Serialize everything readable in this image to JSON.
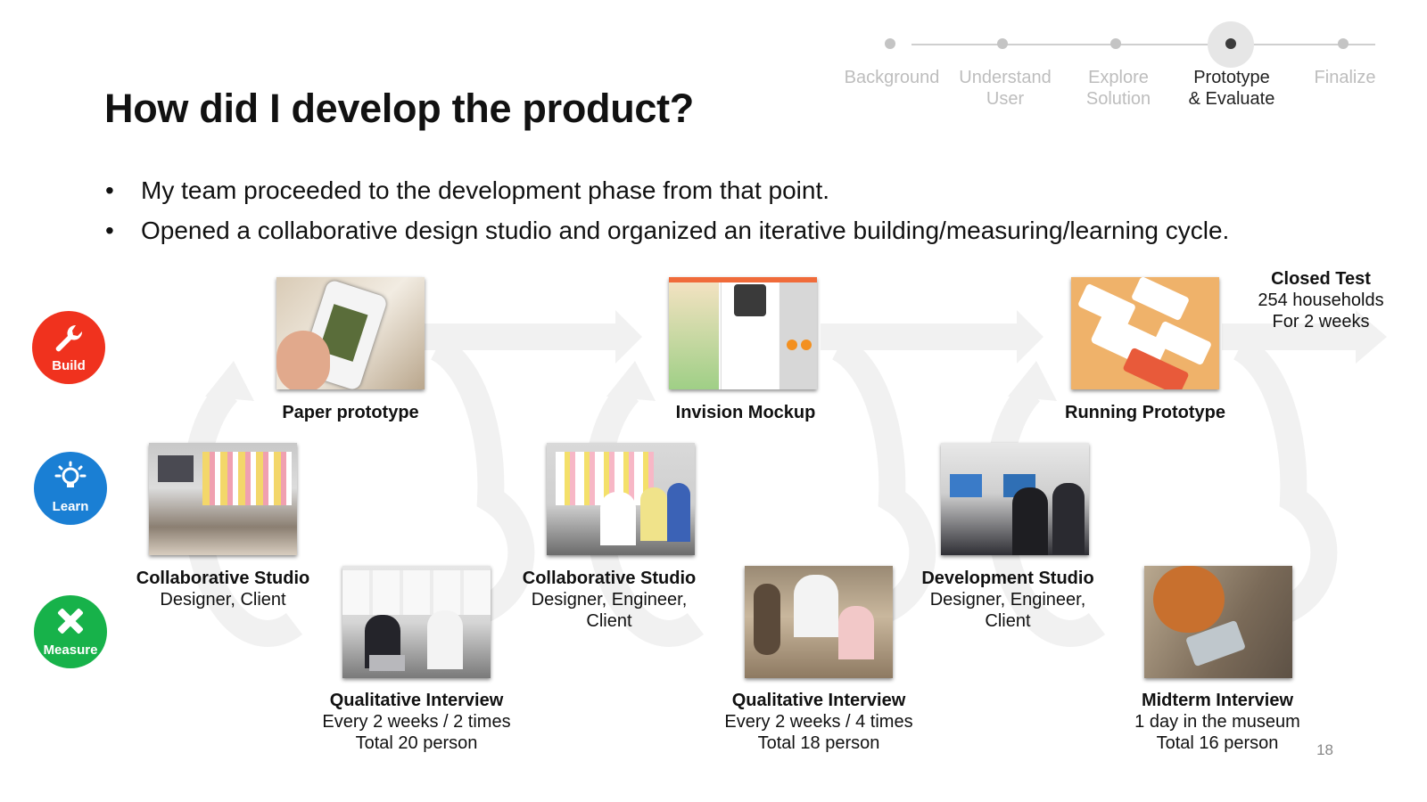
{
  "progress": {
    "steps": [
      {
        "label": "Background",
        "active": false
      },
      {
        "label": "Understand\nUser",
        "active": false
      },
      {
        "label": "Explore\nSolution",
        "active": false
      },
      {
        "label": "Prototype\n& Evaluate",
        "active": true
      },
      {
        "label": "Finalize",
        "active": false
      }
    ]
  },
  "title": "How did I develop the product?",
  "bullets": [
    "My team proceeded to the development phase from that point.",
    "Opened a collaborative design studio and organized an iterative building/measuring/learning cycle."
  ],
  "stages": {
    "build": {
      "label": "Build",
      "color": "#f0321e"
    },
    "learn": {
      "label": "Learn",
      "color": "#1a7fd4"
    },
    "measure": {
      "label": "Measure",
      "color": "#17b24a"
    }
  },
  "build_items": [
    {
      "title": "Paper prototype"
    },
    {
      "title": "Invision Mockup"
    },
    {
      "title": "Running Prototype"
    }
  ],
  "closed_test": {
    "title": "Closed Test",
    "line1": "254 households",
    "line2": "For 2 weeks"
  },
  "learn_items": [
    {
      "title": "Collaborative Studio",
      "sub": "Designer, Client"
    },
    {
      "title": "Collaborative Studio",
      "sub": "Designer, Engineer,\nClient"
    },
    {
      "title": "Development Studio",
      "sub": "Designer, Engineer,\nClient"
    }
  ],
  "measure_items": [
    {
      "title": "Qualitative Interview",
      "sub": "Every 2 weeks / 2 times\nTotal 20 person"
    },
    {
      "title": "Qualitative Interview",
      "sub": "Every 2 weeks / 4 times\nTotal 18 person"
    },
    {
      "title": "Midterm Interview",
      "sub": "1 day in the museum\nTotal 16 person"
    }
  ],
  "page_number": "18"
}
